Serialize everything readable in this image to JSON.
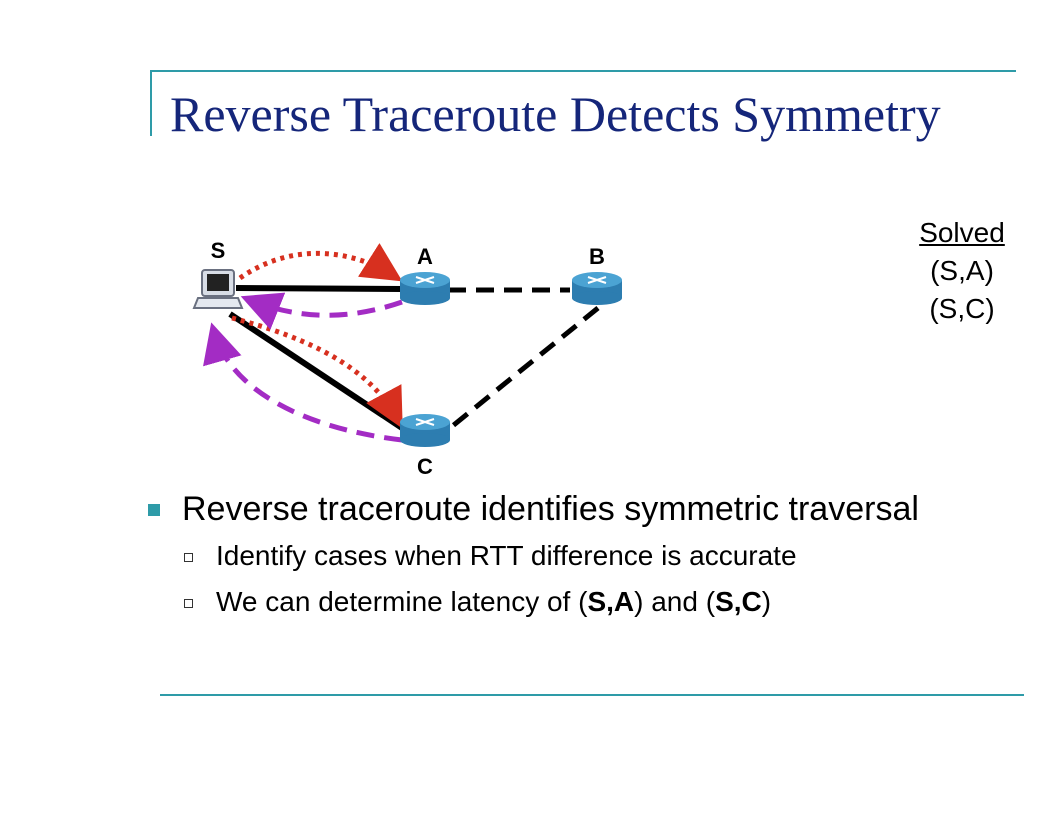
{
  "slide": {
    "title": "Reverse Traceroute Detects Symmetry",
    "accent_color": "#2e9ba8",
    "title_color": "#15267a"
  },
  "solved": {
    "heading": "Solved",
    "items": [
      "(S,A)",
      "(S,C)"
    ]
  },
  "diagram": {
    "nodes": {
      "s": {
        "label": "S",
        "icon": "laptop-icon"
      },
      "a": {
        "label": "A",
        "icon": "router-icon"
      },
      "b": {
        "label": "B",
        "icon": "router-icon"
      },
      "c": {
        "label": "C",
        "icon": "router-icon"
      }
    },
    "colors": {
      "forward_arrow": "#d7301f",
      "reverse_arrow": "#a32cc4",
      "link": "#000000",
      "router": "#3a8dc0"
    }
  },
  "bullets": {
    "main": "Reverse traceroute identifies symmetric traversal",
    "sub1": "Identify cases when RTT difference is accurate",
    "sub2": {
      "pre": "We can determine latency of (",
      "b1": "S,A",
      "mid": ") and (",
      "b2": "S,C",
      "post": ")"
    }
  }
}
